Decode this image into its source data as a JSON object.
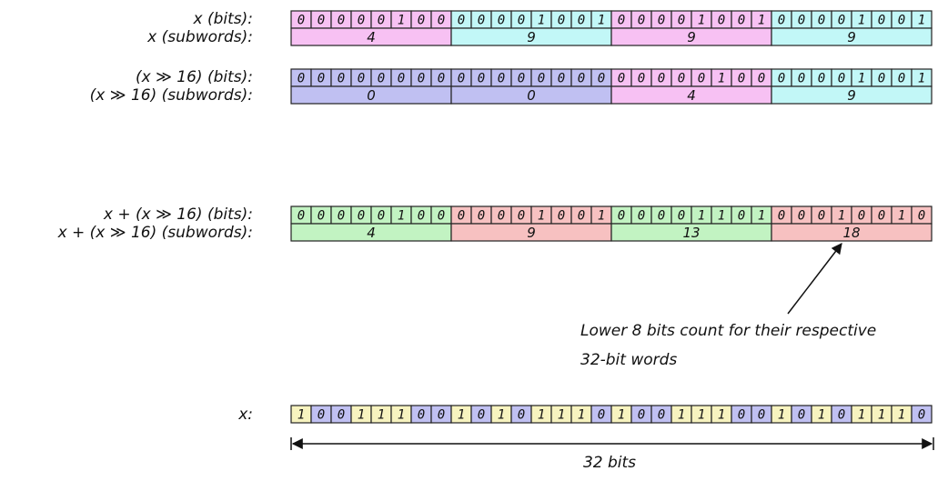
{
  "colors": {
    "pink": "#f7c1f3",
    "cyan": "#c2f7f7",
    "lavender": "#c0c0f2",
    "green": "#c2f3c2",
    "salmon": "#f7c1c1",
    "yellow": "#f7f3bf",
    "stroke": "#222222"
  },
  "rows": [
    {
      "bits_label": "x (bits):",
      "sub_label": "x (subwords):",
      "bytes": [
        {
          "bits": "00000100",
          "value": "4",
          "color": "pink"
        },
        {
          "bits": "00001001",
          "value": "9",
          "color": "cyan"
        },
        {
          "bits": "00001001",
          "value": "9",
          "color": "pink"
        },
        {
          "bits": "00001001",
          "value": "9",
          "color": "cyan"
        }
      ]
    },
    {
      "bits_label": "(x ≫ 16) (bits):",
      "sub_label": "(x ≫ 16) (subwords):",
      "bytes": [
        {
          "bits": "00000000",
          "value": "0",
          "color": "lavender"
        },
        {
          "bits": "00000000",
          "value": "0",
          "color": "lavender"
        },
        {
          "bits": "00000100",
          "value": "4",
          "color": "pink"
        },
        {
          "bits": "00001001",
          "value": "9",
          "color": "cyan"
        }
      ]
    },
    {
      "bits_label": "x + (x ≫ 16) (bits):",
      "sub_label": "x + (x ≫ 16) (subwords):",
      "bytes": [
        {
          "bits": "00000100",
          "value": "4",
          "color": "green"
        },
        {
          "bits": "00001001",
          "value": "9",
          "color": "salmon"
        },
        {
          "bits": "00001101",
          "value": "13",
          "color": "green"
        },
        {
          "bits": "00010010",
          "value": "18",
          "color": "salmon"
        }
      ]
    }
  ],
  "annotation": {
    "line1": "Lower 8 bits count for their respective",
    "line2": "32-bit words"
  },
  "x_word": {
    "label": "x:",
    "bits": "10011100101011101001110010101110",
    "bit_colors": [
      "yellow",
      "lavender",
      "lavender",
      "yellow",
      "yellow",
      "yellow",
      "lavender",
      "lavender",
      "yellow",
      "lavender",
      "yellow",
      "lavender",
      "yellow",
      "yellow",
      "yellow",
      "lavender",
      "yellow",
      "lavender",
      "lavender",
      "yellow",
      "yellow",
      "yellow",
      "lavender",
      "lavender",
      "yellow",
      "lavender",
      "yellow",
      "lavender",
      "yellow",
      "yellow",
      "yellow",
      "lavender"
    ]
  },
  "width_label": "32 bits"
}
